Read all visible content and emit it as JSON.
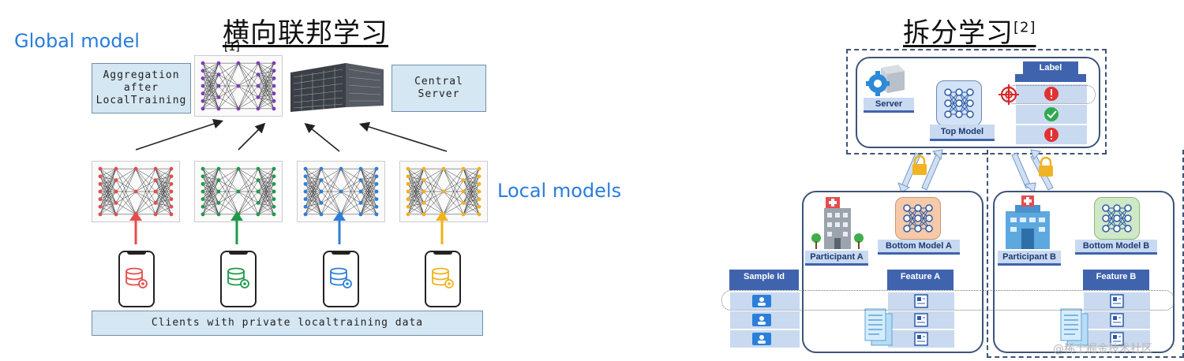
{
  "left": {
    "title": "横向联邦学习",
    "title_sup": "[1]",
    "global_label": "Global model",
    "local_label": "Local models",
    "aggregation_box": "Aggregation\nafter\nLocalTraining",
    "central_box": "Central\nServer",
    "clients_bar": "Clients with private localtraining data",
    "client_colors": [
      "#e74c4c",
      "#1e9a4a",
      "#2f7fd6",
      "#f2b21b"
    ],
    "global_color": "#7d3fb5"
  },
  "right": {
    "title": "拆分学习",
    "title_sup": "[2]",
    "server_label": "Server",
    "top_model_label": "Top Model",
    "label_header": "Label",
    "participant_a": "Participant A",
    "bottom_model_a": "Bottom Model A",
    "participant_b": "Participant B",
    "bottom_model_b": "Bottom Model B",
    "sample_id": "Sample Id",
    "feature_a": "Feature A",
    "feature_b": "Feature B"
  },
  "watermark": "@稀土掘金技术社区"
}
